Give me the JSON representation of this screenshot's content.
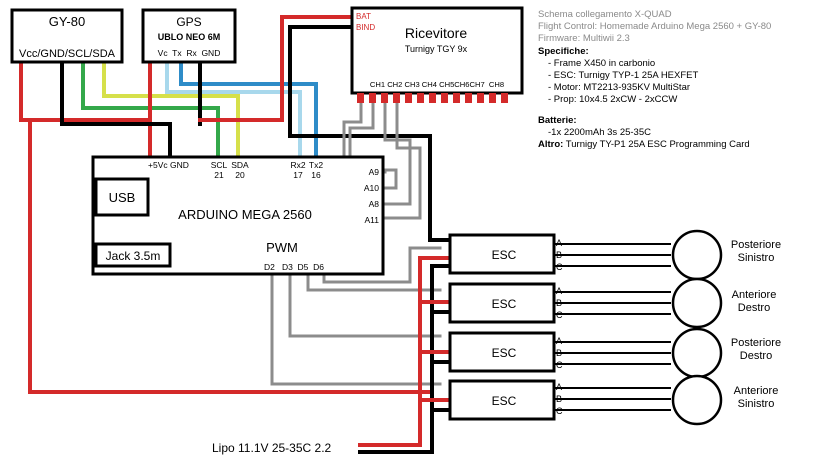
{
  "gy80": {
    "title": "GY-80",
    "pins": "Vcc/GND/SCL/SDA"
  },
  "gps": {
    "title": "GPS",
    "model": "UBLO NEO 6M",
    "pins": "Vc  Tx  Rx  GND"
  },
  "receiver": {
    "title": "Ricevitore",
    "model": "Turnigy TGY 9x",
    "bat_label": "BAT",
    "bind_label": "BIND",
    "channels": "CH1 CH2 CH3 CH4 CH5CH6CH7  CH8"
  },
  "mega": {
    "title": "ARDUINO MEGA 2560",
    "usb": "USB",
    "jack": "Jack 3.5m",
    "pwm": "PWM",
    "pwm_pins": "D2   D3  D5  D6",
    "power_pins": "+5Vc GND",
    "scl": "SCL",
    "sda": "SDA",
    "scl_num": "21",
    "sda_num": "20",
    "rx2": "Rx2",
    "tx2": "Tx2",
    "rx2_num": "17",
    "tx2_num": "16",
    "a9": "A9",
    "a10": "A10",
    "a8": "A8",
    "a11": "A11"
  },
  "escs": [
    {
      "label": "ESC",
      "a": "A",
      "b": "B",
      "c": "C",
      "motor_l1": "Posteriore",
      "motor_l2": "Sinistro"
    },
    {
      "label": "ESC",
      "a": "A",
      "b": "B",
      "c": "C",
      "motor_l1": "Anteriore",
      "motor_l2": "Destro"
    },
    {
      "label": "ESC",
      "a": "A",
      "b": "B",
      "c": "C",
      "motor_l1": "Posteriore",
      "motor_l2": "Destro"
    },
    {
      "label": "ESC",
      "a": "A",
      "b": "B",
      "c": "C",
      "motor_l1": "Anteriore",
      "motor_l2": "Sinistro"
    }
  ],
  "lipo": "Lipo 11.1V 25-35C 2.2",
  "notes": {
    "line1": "Schema collegamento X-QUAD",
    "line2": "Flight Control: Homemade Arduino Mega 2560 + GY-80",
    "line3": "Firmware: Multiwii 2.3",
    "specs_title": "Specifiche:",
    "spec1": "- Frame X450 in carbonio",
    "spec2": "- ESC: Turnigy TYP-1 25A HEXFET",
    "spec3": "- Motor: MT2213-935KV MultiStar",
    "spec4": "- Prop: 10x4.5 2xCW - 2xCCW",
    "battery_title": "Batterie:",
    "battery1": "-1x 2200mAh 3s 25-35C",
    "other_title": "Altro:",
    "other_text": "Turnigy TY-P1 25A ESC Programming Card"
  },
  "colors": {
    "red": "#d42a2a",
    "black": "#000000",
    "green": "#34a84a",
    "yellow": "#d6e04a",
    "lightblue": "#a8d8ec",
    "blue": "#2e8cc8",
    "gray": "#8c8c8c",
    "label_red": "#d42a2a",
    "note_gray": "#8a8a8a"
  }
}
